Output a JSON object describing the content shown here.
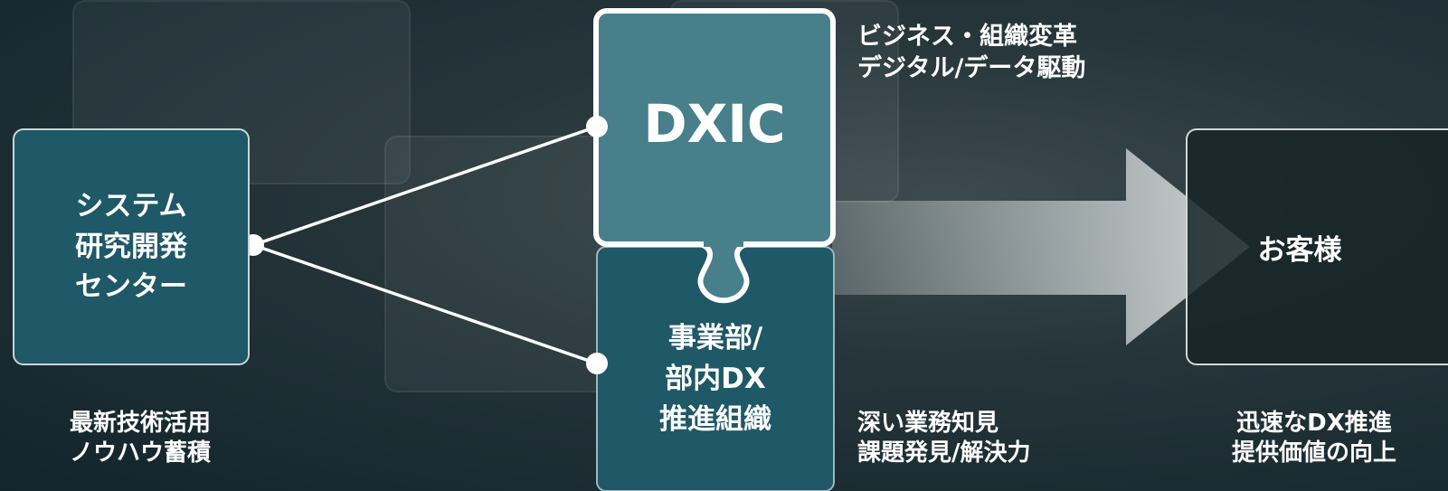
{
  "left_box": {
    "lines": [
      "システム",
      "研究開発",
      "センター"
    ]
  },
  "left_caption": {
    "lines": [
      "最新技術活用",
      "ノウハウ蓄積"
    ]
  },
  "dxic": {
    "title": "DXIC",
    "caption_lines": [
      "ビジネス・組織変革",
      "デジタル/データ駆動"
    ]
  },
  "division": {
    "lines": [
      "事業部/",
      "部内DX",
      "推進組織"
    ],
    "caption_lines": [
      "深い業務知見",
      "課題発見/解決力"
    ]
  },
  "customer": {
    "label": "お客様",
    "caption_lines": [
      "迅速なDX推進",
      "提供価値の向上"
    ]
  },
  "colors": {
    "teal_box": "#1f5866",
    "light_box": "#477f8b",
    "dark_box": "#1f2b2e",
    "arrow": "#d6dcdc"
  }
}
